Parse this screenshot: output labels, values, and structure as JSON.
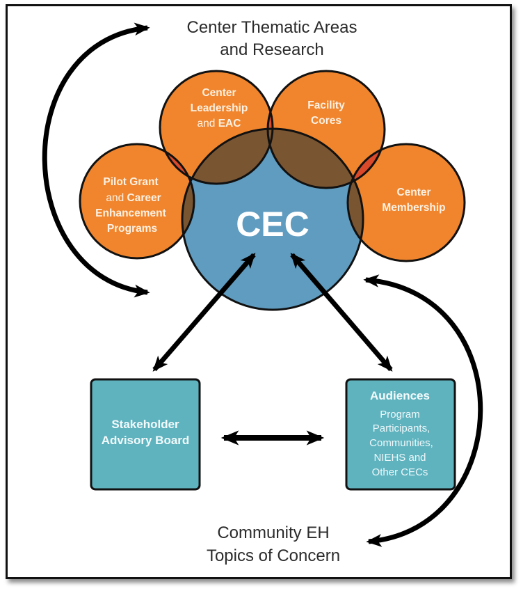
{
  "colors": {
    "orange": "#f0852d",
    "blue": "#5f9cc0",
    "overlap_brown": "#7a5532",
    "overlap_red": "#d9492a",
    "teal": "#5fb3bf",
    "outline": "#111111",
    "text_dark": "#2b2b2b"
  },
  "top_label": {
    "line1": "Center Thematic Areas",
    "line2": "and Research"
  },
  "bottom_label": {
    "line1": "Community EH",
    "line2": "Topics of Concern"
  },
  "center": {
    "label": "CEC"
  },
  "circles": {
    "leadership": {
      "line1": "Center",
      "line2": "Leadership",
      "line3a": "and ",
      "line3b": "EAC"
    },
    "facility": {
      "line1": "Facility",
      "line2": "Cores"
    },
    "pilot": {
      "line1": "Pilot Grant",
      "line2a": "and ",
      "line2b": "Career",
      "line3": "Enhancement",
      "line4": "Programs"
    },
    "membership": {
      "line1": "Center",
      "line2": "Membership"
    }
  },
  "boxes": {
    "stakeholder": {
      "line1": "Stakeholder",
      "line2": "Advisory Board"
    },
    "audiences": {
      "title": "Audiences",
      "lines": [
        "Program",
        "Participants,",
        "Communities,",
        "NIEHS and",
        "Other CECs"
      ]
    }
  }
}
